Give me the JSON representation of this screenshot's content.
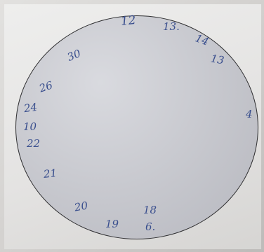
{
  "labels": [
    "12",
    "13.",
    "14",
    "13",
    "4",
    "30",
    "26",
    "24",
    "10",
    "22",
    "21",
    "20",
    "19",
    "18",
    "6."
  ]
}
